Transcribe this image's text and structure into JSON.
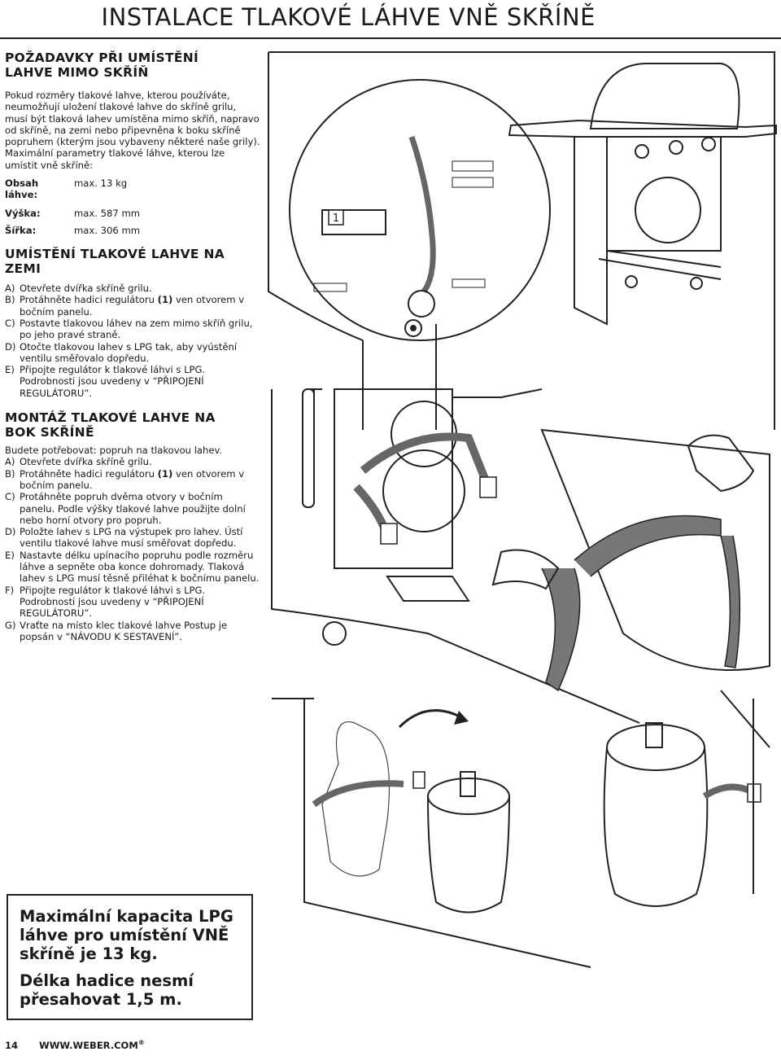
{
  "header": {
    "title": "INSTALACE TLAKOVÉ LÁHVE VNĚ SKŘÍNĚ"
  },
  "section1": {
    "heading": "POŽADAVKY PŘI UMÍSTĚNÍ LAHVE MIMO SKŘÍŇ",
    "body": "Pokud rozměry tlakové lahve, kterou používáte, neumožňují uložení tlakové lahve do skříně grilu, musí být tlaková lahev umístěna mimo skříň, napravo od skříně, na zemi nebo připevněna k boku skříně popruhem (kterým jsou vybaveny některé naše grily). Maximální parametry tlakové láhve, kterou lze umístit vně skříně:",
    "specs": [
      {
        "label": "Obsah láhve:",
        "value": "max. 13 kg"
      },
      {
        "label": "Výška:",
        "value": "max. 587 mm"
      },
      {
        "label": "Šířka:",
        "value": "max. 306 mm"
      }
    ]
  },
  "section2": {
    "heading": "UMÍSTĚNÍ TLAKOVÉ LAHVE NA ZEMI",
    "steps": [
      {
        "letter": "A)",
        "pre": "Otevřete dvířka skříně grilu.",
        "bold": "",
        "post": ""
      },
      {
        "letter": "B)",
        "pre": "Protáhněte hadici regulátoru ",
        "bold": "(1)",
        "post": " ven otvorem v bočním panelu."
      },
      {
        "letter": "C)",
        "pre": "Postavte tlakovou láhev na zem mimo skříň grilu, po jeho pravé straně.",
        "bold": "",
        "post": ""
      },
      {
        "letter": "D)",
        "pre": "Otočte tlakovou lahev s LPG tak, aby vyústění ventilu směřovalo dopředu.",
        "bold": "",
        "post": ""
      },
      {
        "letter": "E)",
        "pre": "Připojte regulátor k tlakové láhvi s LPG. Podrobnosti jsou uvedeny v “PŘIPOJENÍ REGULÁTORU”.",
        "bold": "",
        "post": ""
      }
    ]
  },
  "section3": {
    "heading": "MONTÁŽ TLAKOVÉ LAHVE NA BOK SKŘÍNĚ",
    "intro": "Budete potřebovat: popruh na tlakovou lahev.",
    "steps": [
      {
        "letter": "A)",
        "pre": "Otevřete dvířka skříně grilu.",
        "bold": "",
        "post": ""
      },
      {
        "letter": "B)",
        "pre": "Protáhněte hadici regulátoru ",
        "bold": "(1)",
        "post": " ven otvorem v bočním panelu."
      },
      {
        "letter": "C)",
        "pre": "Protáhněte popruh dvěma otvory v bočním panelu. Podle výšky tlakové lahve použijte dolní nebo horní otvory pro popruh.",
        "bold": "",
        "post": ""
      },
      {
        "letter": "D)",
        "pre": "Položte lahev s LPG na výstupek pro lahev. Ústí ventilu tlakové lahve musí směřovat dopředu.",
        "bold": "",
        "post": ""
      },
      {
        "letter": "E)",
        "pre": "Nastavte délku upínacího popruhu podle rozměru láhve a sepněte oba konce dohromady. Tlaková lahev s LPG musí těsně přiléhat k bočnímu panelu.",
        "bold": "",
        "post": ""
      },
      {
        "letter": "F)",
        "pre": "Připojte regulátor k tlakové láhvi s LPG. Podrobnosti jsou uvedeny v “PŘIPOJENÍ REGULÁTORU”.",
        "bold": "",
        "post": ""
      },
      {
        "letter": "G)",
        "pre": "Vraťte na místo klec tlakové lahve Postup je popsán v “NÁVODU K SESTAVENÍ”.",
        "bold": "",
        "post": ""
      }
    ]
  },
  "warning_box": {
    "line1": "Maximální kapacita LPG láhve pro umístění VNĚ skříně je 13 kg.",
    "line2": "Délka hadice nesmí přesahovat 1,5 m."
  },
  "figure": {
    "callout": "1"
  },
  "footer": {
    "page_number": "14",
    "website": "WWW.WEBER.COM",
    "registered_mark": "®"
  }
}
